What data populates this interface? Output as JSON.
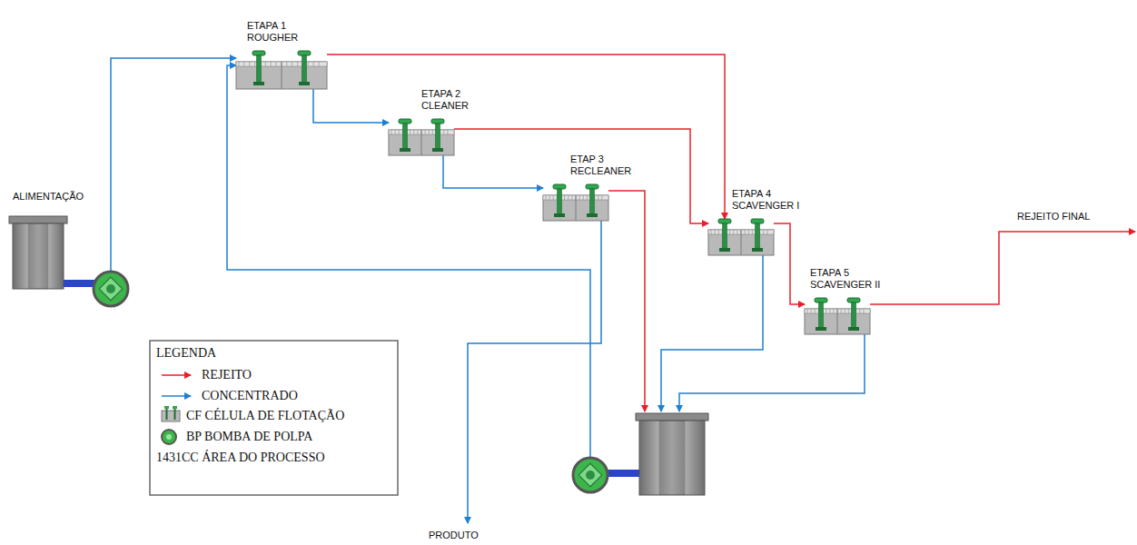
{
  "diagram": {
    "nodes": [
      {
        "text": [
          "ALIMENTAÇÃO"
        ]
      },
      {
        "text": [
          "ETAPA 1 ROUGHER"
        ]
      },
      {
        "text": [
          "ETAPA 2 CLEANER"
        ]
      },
      {
        "text": [
          "ETAP 3 RECLEANER"
        ]
      },
      {
        "text": [
          "ETAPA 4 SCAVENGER I"
        ]
      },
      {
        "text": [
          "ETAPA 5 SCAVENGER II"
        ]
      },
      {
        "text": []
      }
    ],
    "edges": [
      {
        "from": 0,
        "to": 1,
        "arrow": "to"
      },
      {
        "from": 1,
        "to": 2,
        "arrow": "to"
      },
      {
        "from": 1,
        "to": 4,
        "arrow": "to"
      },
      {
        "from": 2,
        "to": 3,
        "arrow": "to"
      },
      {
        "from": 2,
        "to": 4,
        "arrow": "to"
      },
      {
        "from": 3,
        "to": 6,
        "arrow": "to"
      },
      {
        "from": 4,
        "to": 6,
        "arrow": "to"
      },
      {
        "from": 5,
        "to": 6,
        "arrow": "to"
      },
      {
        "from": 4,
        "to": 5,
        "arrow": "to"
      },
      {
        "from": 6,
        "to": 1,
        "arrow": "to"
      }
    ],
    "labels": [
      "REJEITO FINAL",
      "PRODUTO",
      "LEGENDA"
    ],
    "legend": [
      {
        "text": "REJEITO"
      },
      {
        "text": "CONCENTRADO"
      },
      {
        "text": "CF CÉLULA DE FLOTAÇÃO"
      },
      {
        "text": "BP BOMBA DE POLPA"
      },
      {
        "text": "1431CC ÁREA DO PROCESSO"
      }
    ]
  }
}
